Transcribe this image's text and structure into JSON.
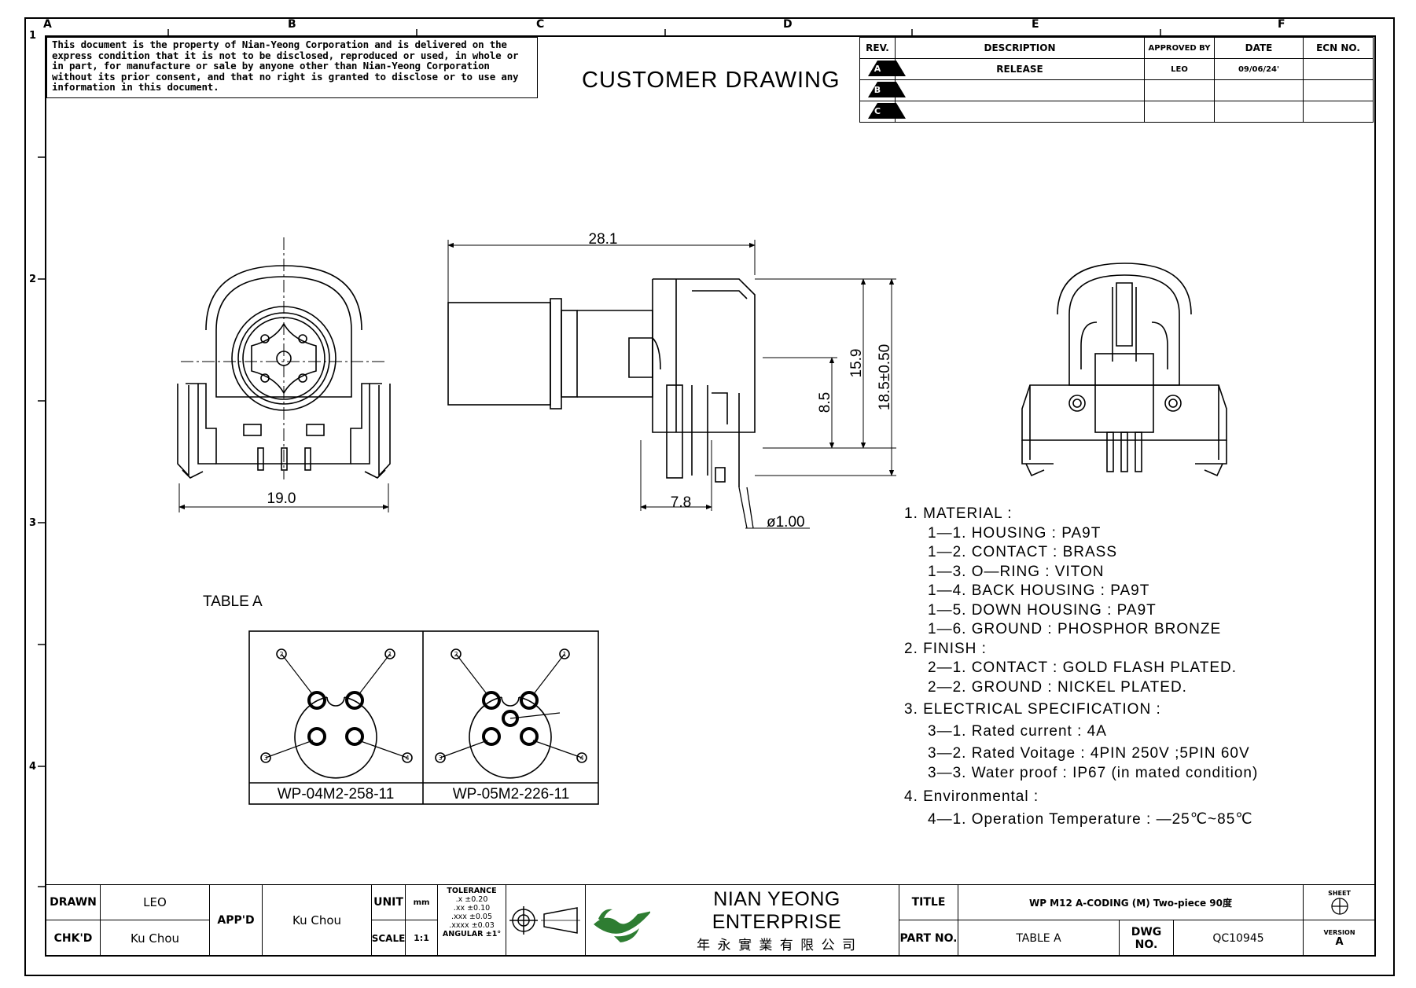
{
  "border": {
    "columns": [
      "A",
      "B",
      "C",
      "D",
      "E",
      "F"
    ],
    "rows": [
      "1",
      "2",
      "3",
      "4"
    ]
  },
  "notice": "This document is the property of Nian-Yeong Corporation and is delivered on the express condition that it is not to be disclosed, reproduced or used, in whole or in part, for manufacture or sale by anyone other than Nian-Yeong Corporation without its prior consent, and that no right is granted to disclose or to use any information in this document.",
  "drawing_title": "CUSTOMER DRAWING",
  "revision_table": {
    "headers": [
      "REV.",
      "DESCRIPTION",
      "APPROVED BY",
      "DATE",
      "ECN NO."
    ],
    "rows": [
      {
        "rev": "A",
        "description": "RELEASE",
        "approved_by": "LEO",
        "date": "09/06/24'",
        "ecn": ""
      },
      {
        "rev": "B",
        "description": "",
        "approved_by": "",
        "date": "",
        "ecn": ""
      },
      {
        "rev": "C",
        "description": "",
        "approved_by": "",
        "date": "",
        "ecn": ""
      }
    ]
  },
  "dimensions": {
    "front_width": "19.0",
    "side_length": "28.1",
    "side_offset": "7.8",
    "pin_diameter": "ø1.00",
    "height_center": "8.5",
    "height_mid": "15.9",
    "height_total": "18.5±0.50"
  },
  "notes": [
    {
      "text": "1. MATERIAL :",
      "sub": false
    },
    {
      "text": "1—1. HOUSING : PA9T",
      "sub": true
    },
    {
      "text": "1—2. CONTACT : BRASS",
      "sub": true
    },
    {
      "text": "1—3. O—RING : VITON",
      "sub": true
    },
    {
      "text": "1—4. BACK HOUSING : PA9T",
      "sub": true
    },
    {
      "text": "1—5. DOWN HOUSING : PA9T",
      "sub": true
    },
    {
      "text": "1—6. GROUND : PHOSPHOR BRONZE",
      "sub": true
    },
    {
      "text": "2. FINISH :",
      "sub": false
    },
    {
      "text": "2—1. CONTACT : GOLD FLASH PLATED.",
      "sub": true
    },
    {
      "text": "2—2. GROUND : NICKEL PLATED.",
      "sub": true
    },
    {
      "text": "3. ELECTRICAL SPECIFICATION :",
      "sub": false
    },
    {
      "text": "3—1. Rated current : 4A",
      "sub": true
    },
    {
      "text": "3—2. Rated Voitage : 4PIN 250V ;5PIN 60V",
      "sub": true
    },
    {
      "text": "3—3. Water proof : IP67 (in mated condition)",
      "sub": true
    },
    {
      "text": "4. Environmental :",
      "sub": false
    },
    {
      "text": "4—1. Operation Temperature : —25℃~85℃",
      "sub": true
    }
  ],
  "table_a": {
    "label": "TABLE A",
    "part_numbers": [
      "WP-04M2-258-11",
      "WP-05M2-226-11"
    ],
    "pin_labels_4": [
      "2",
      "1",
      "3",
      "4"
    ],
    "pin_labels_5": [
      "2",
      "1",
      "3",
      "4"
    ]
  },
  "title_block": {
    "drawn_label": "DRAWN",
    "drawn": "LEO",
    "chkd_label": "CHK'D",
    "chkd": "Ku Chou",
    "appd_label": "APP'D",
    "appd": "Ku Chou",
    "unit_label": "UNIT",
    "unit": "mm",
    "scale_label": "SCALE",
    "scale": "1:1",
    "tolerance_label": "TOLERANCE",
    "tolerances": [
      ".x  ±0.20",
      ".xx  ±0.10",
      ".xxx  ±0.05",
      ".xxxx  ±0.03",
      "ANGULAR  ±1°"
    ],
    "company": "NIAN YEONG ENTERPRISE",
    "company_cn": "年 永 實 業 有 限 公 司",
    "title_label": "TITLE",
    "title": "WP M12 A-CODING (M) Two-piece 90度",
    "part_no_label": "PART NO.",
    "part_no": "TABLE A",
    "dwg_no_label": "DWG NO.",
    "dwg_no": "QC10945",
    "sheet_label": "SHEET",
    "version_label": "VERSION",
    "version": "A",
    "logo_color": "#2e7d32"
  }
}
